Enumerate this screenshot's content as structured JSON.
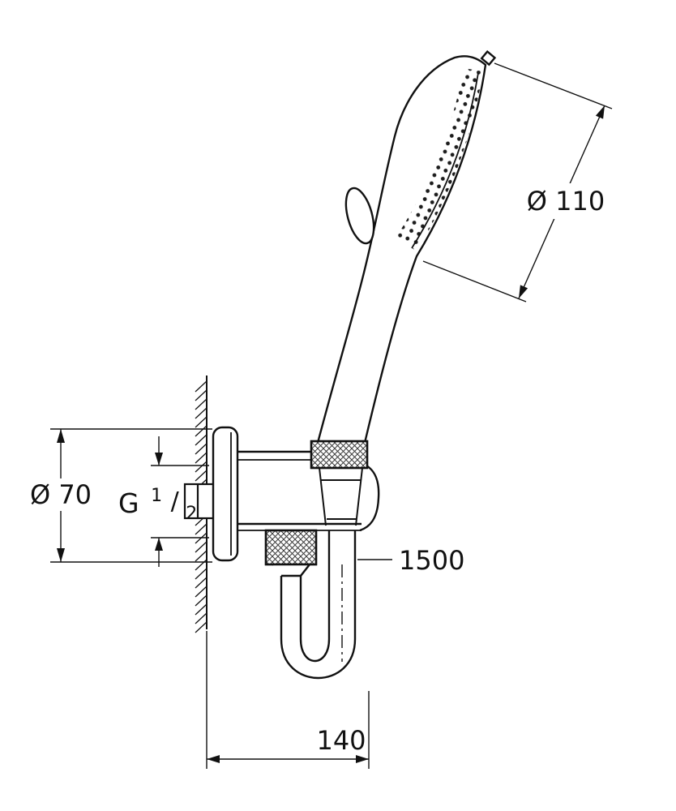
{
  "page": {
    "background": "#ffffff",
    "line_color": "#111111"
  },
  "dimensions": {
    "head_diameter": "Ø 110",
    "escutcheon_diameter": "Ø 70",
    "thread_g": "G",
    "thread_numerator": "1",
    "thread_slash": "/",
    "thread_denominator": "2",
    "hose_length": "1500",
    "wall_to_hose": "140"
  }
}
